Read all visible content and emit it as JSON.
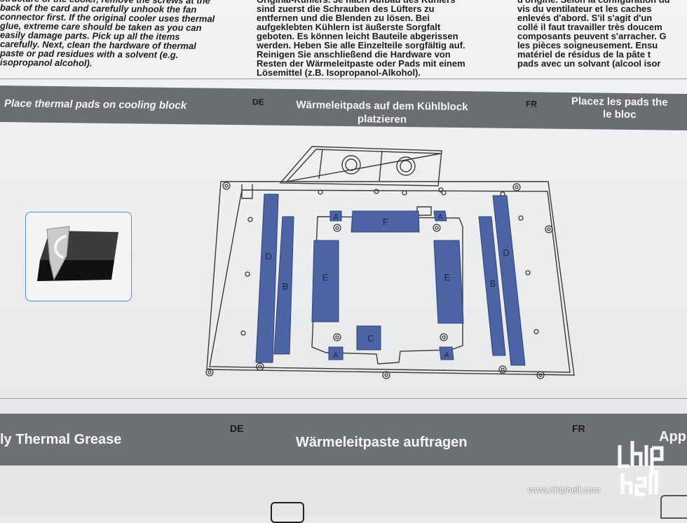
{
  "instructions": {
    "en": "structure of the cooler, remove the screws at the\nback of the card and carefully unhook the fan\nconnector first. If the original cooler uses thermal\nglue, extreme care should be taken as you can\neasily damage parts. Pick up all the items\ncarefully. Next, clean the hardware of thermal\npaste or pad residues with a solvent (e.g.\nisopropanol alcohol).",
    "de": "Original-Kühlers. Je nach Aufbau des Kühlers\nsind zuerst die Schrauben des Lüfters zu\nentfernen und die Blenden zu lösen. Bei\naufgeklebten Kühlern ist äußerste Sorgfalt\ngeboten. Es können leicht Bauteile abgerissen\nwerden. Heben Sie alle Einzelteile sorgfältig auf.\nReinigen Sie anschließend die Hardware von\nResten der Wärmeleitpaste oder Pads mit einem\nLösemittel (z.B. Isopropanol-Alkohol).",
    "fr": "d'origine. Selon la configuration du\nvis du ventilateur et les caches\nenlevés d'abord. S'il s'agit d'un\ncollé il faut travailler très doucem\ncomposants peuvent s'arracher. G\nles pièces soigneusement. Ensu\nmatériel de résidus de la pâte t\npads avec un solvant (alcool isor"
  },
  "section_pads": {
    "en_title": "Place thermal pads on cooling block",
    "de_lang": "DE",
    "de_title": "Wärmeleitpads auf  dem Kühlblock\nplatzieren",
    "fr_lang": "FR",
    "fr_title": "Placez les pads the\nle bloc"
  },
  "section_grease": {
    "en_title": "ly Thermal Grease",
    "de_lang": "DE",
    "de_title": "Wärmeleitpaste auftragen",
    "fr_lang": "FR",
    "fr_title": "Appliq"
  },
  "pad_labels": {
    "a": "A",
    "b": "B",
    "c": "C",
    "d": "D",
    "e": "E",
    "f": "F"
  },
  "watermark": "www.chiphell.com",
  "logo_text": "chip hell",
  "colors": {
    "pad": "#4c64a4",
    "band": "#6a6d71",
    "outline": "#3a3a3a"
  }
}
